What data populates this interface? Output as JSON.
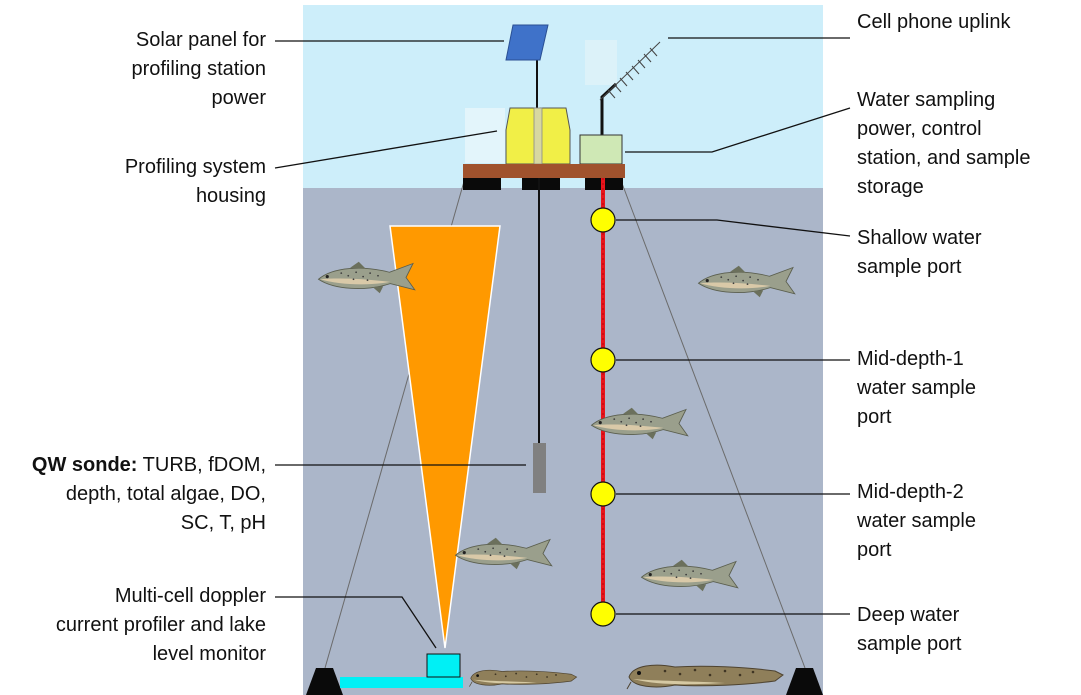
{
  "labels": {
    "solar": [
      "Solar panel for",
      "profiling station",
      "power"
    ],
    "housing": [
      "Profiling system",
      "housing"
    ],
    "sonde_bold": "QW sonde:",
    "sonde": [
      " TURB, fDOM,",
      "depth, total algae, DO,",
      "SC, T, pH"
    ],
    "doppler": [
      "Multi-cell doppler",
      "current profiler and lake",
      "level monitor"
    ],
    "cell": [
      "Cell phone uplink"
    ],
    "water_station": [
      "Water sampling",
      "power, control",
      "station, and sample",
      "storage"
    ],
    "shallow": [
      "Shallow water",
      "sample port"
    ],
    "mid1": [
      "Mid-depth-1",
      "water sample",
      "port"
    ],
    "mid2": [
      "Mid-depth-2",
      "water sample",
      "port"
    ],
    "deep": [
      "Deep water",
      "sample port"
    ]
  },
  "colors": {
    "sky": "#cdeefa",
    "water": "#abb6c9",
    "beam": "#ff9900",
    "sample_line": "#e8141b",
    "port": "#ffff00",
    "solar_panel": "#3f72c9",
    "housing": "#f1ef47",
    "station_box": "#cfe8b5",
    "platform": "#a0522d",
    "doppler_box": "#00f0f5"
  }
}
